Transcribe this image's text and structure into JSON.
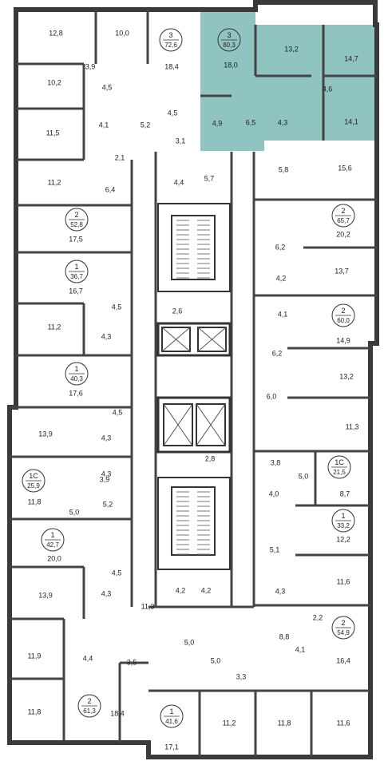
{
  "colors": {
    "wall": "#3a3a3a",
    "thin_wall": "#555555",
    "highlight": "#8fc4c0",
    "background": "#ffffff",
    "badge_fill": "#ffffff"
  },
  "apartments": [
    {
      "id": "apt-3-72-6",
      "number": "3",
      "area": "72,6",
      "highlighted": false
    },
    {
      "id": "apt-3-80-3",
      "number": "3",
      "area": "80,3",
      "highlighted": true
    },
    {
      "id": "apt-2-65-7",
      "number": "2",
      "area": "65,7",
      "highlighted": false
    },
    {
      "id": "apt-2-52-8",
      "number": "2",
      "area": "52,8",
      "highlighted": false
    },
    {
      "id": "apt-1-36-7",
      "number": "1",
      "area": "36,7",
      "highlighted": false
    },
    {
      "id": "apt-2-60-0",
      "number": "2",
      "area": "60,0",
      "highlighted": false
    },
    {
      "id": "apt-1-40-3",
      "number": "1",
      "area": "40,3",
      "highlighted": false
    },
    {
      "id": "apt-1c-25-9",
      "number": "1C",
      "area": "25,9",
      "highlighted": false
    },
    {
      "id": "apt-1c-21-5",
      "number": "1C",
      "area": "21,5",
      "highlighted": false
    },
    {
      "id": "apt-1-33-2",
      "number": "1",
      "area": "33,2",
      "highlighted": false
    },
    {
      "id": "apt-1-42-7",
      "number": "1",
      "area": "42,7",
      "highlighted": false
    },
    {
      "id": "apt-2-54-9",
      "number": "2",
      "area": "54,9",
      "highlighted": false
    },
    {
      "id": "apt-2-61-3",
      "number": "2",
      "area": "61,3",
      "highlighted": false
    },
    {
      "id": "apt-1-41-6",
      "number": "1",
      "area": "41,6",
      "highlighted": false
    }
  ],
  "rooms": [
    "12,8",
    "10,0",
    "18,4",
    "18,0",
    "13,2",
    "14,7",
    "3,9",
    "10,2",
    "4,5",
    "4,6",
    "4,5",
    "4,9",
    "6,5",
    "4,3",
    "14,1",
    "11,5",
    "4,1",
    "5,2",
    "3,1",
    "2,1",
    "11,2",
    "6,4",
    "4,4",
    "5,7",
    "5,8",
    "15,6",
    "17,5",
    "20,2",
    "6,2",
    "4,2",
    "13,7",
    "16,7",
    "4,5",
    "2,6",
    "4,1",
    "11,2",
    "4,3",
    "14,9",
    "6,2",
    "13,2",
    "17,6",
    "6,0",
    "4,5",
    "13,9",
    "4,3",
    "11,3",
    "4,3",
    "3,9",
    "2,8",
    "3,8",
    "5,0",
    "11,8",
    "5,0",
    "5,2",
    "4,0",
    "8,7",
    "20,0",
    "12,2",
    "5,1",
    "4,5",
    "13,9",
    "4,3",
    "4,2",
    "4,2",
    "11,6",
    "4,3",
    "11,3",
    "2,2",
    "11,9",
    "4,4",
    "5,0",
    "8,8",
    "3,5",
    "5,0",
    "16,4",
    "4,1",
    "3,3",
    "11,8",
    "18,4",
    "17,1",
    "11,2",
    "11,8",
    "11,6"
  ]
}
